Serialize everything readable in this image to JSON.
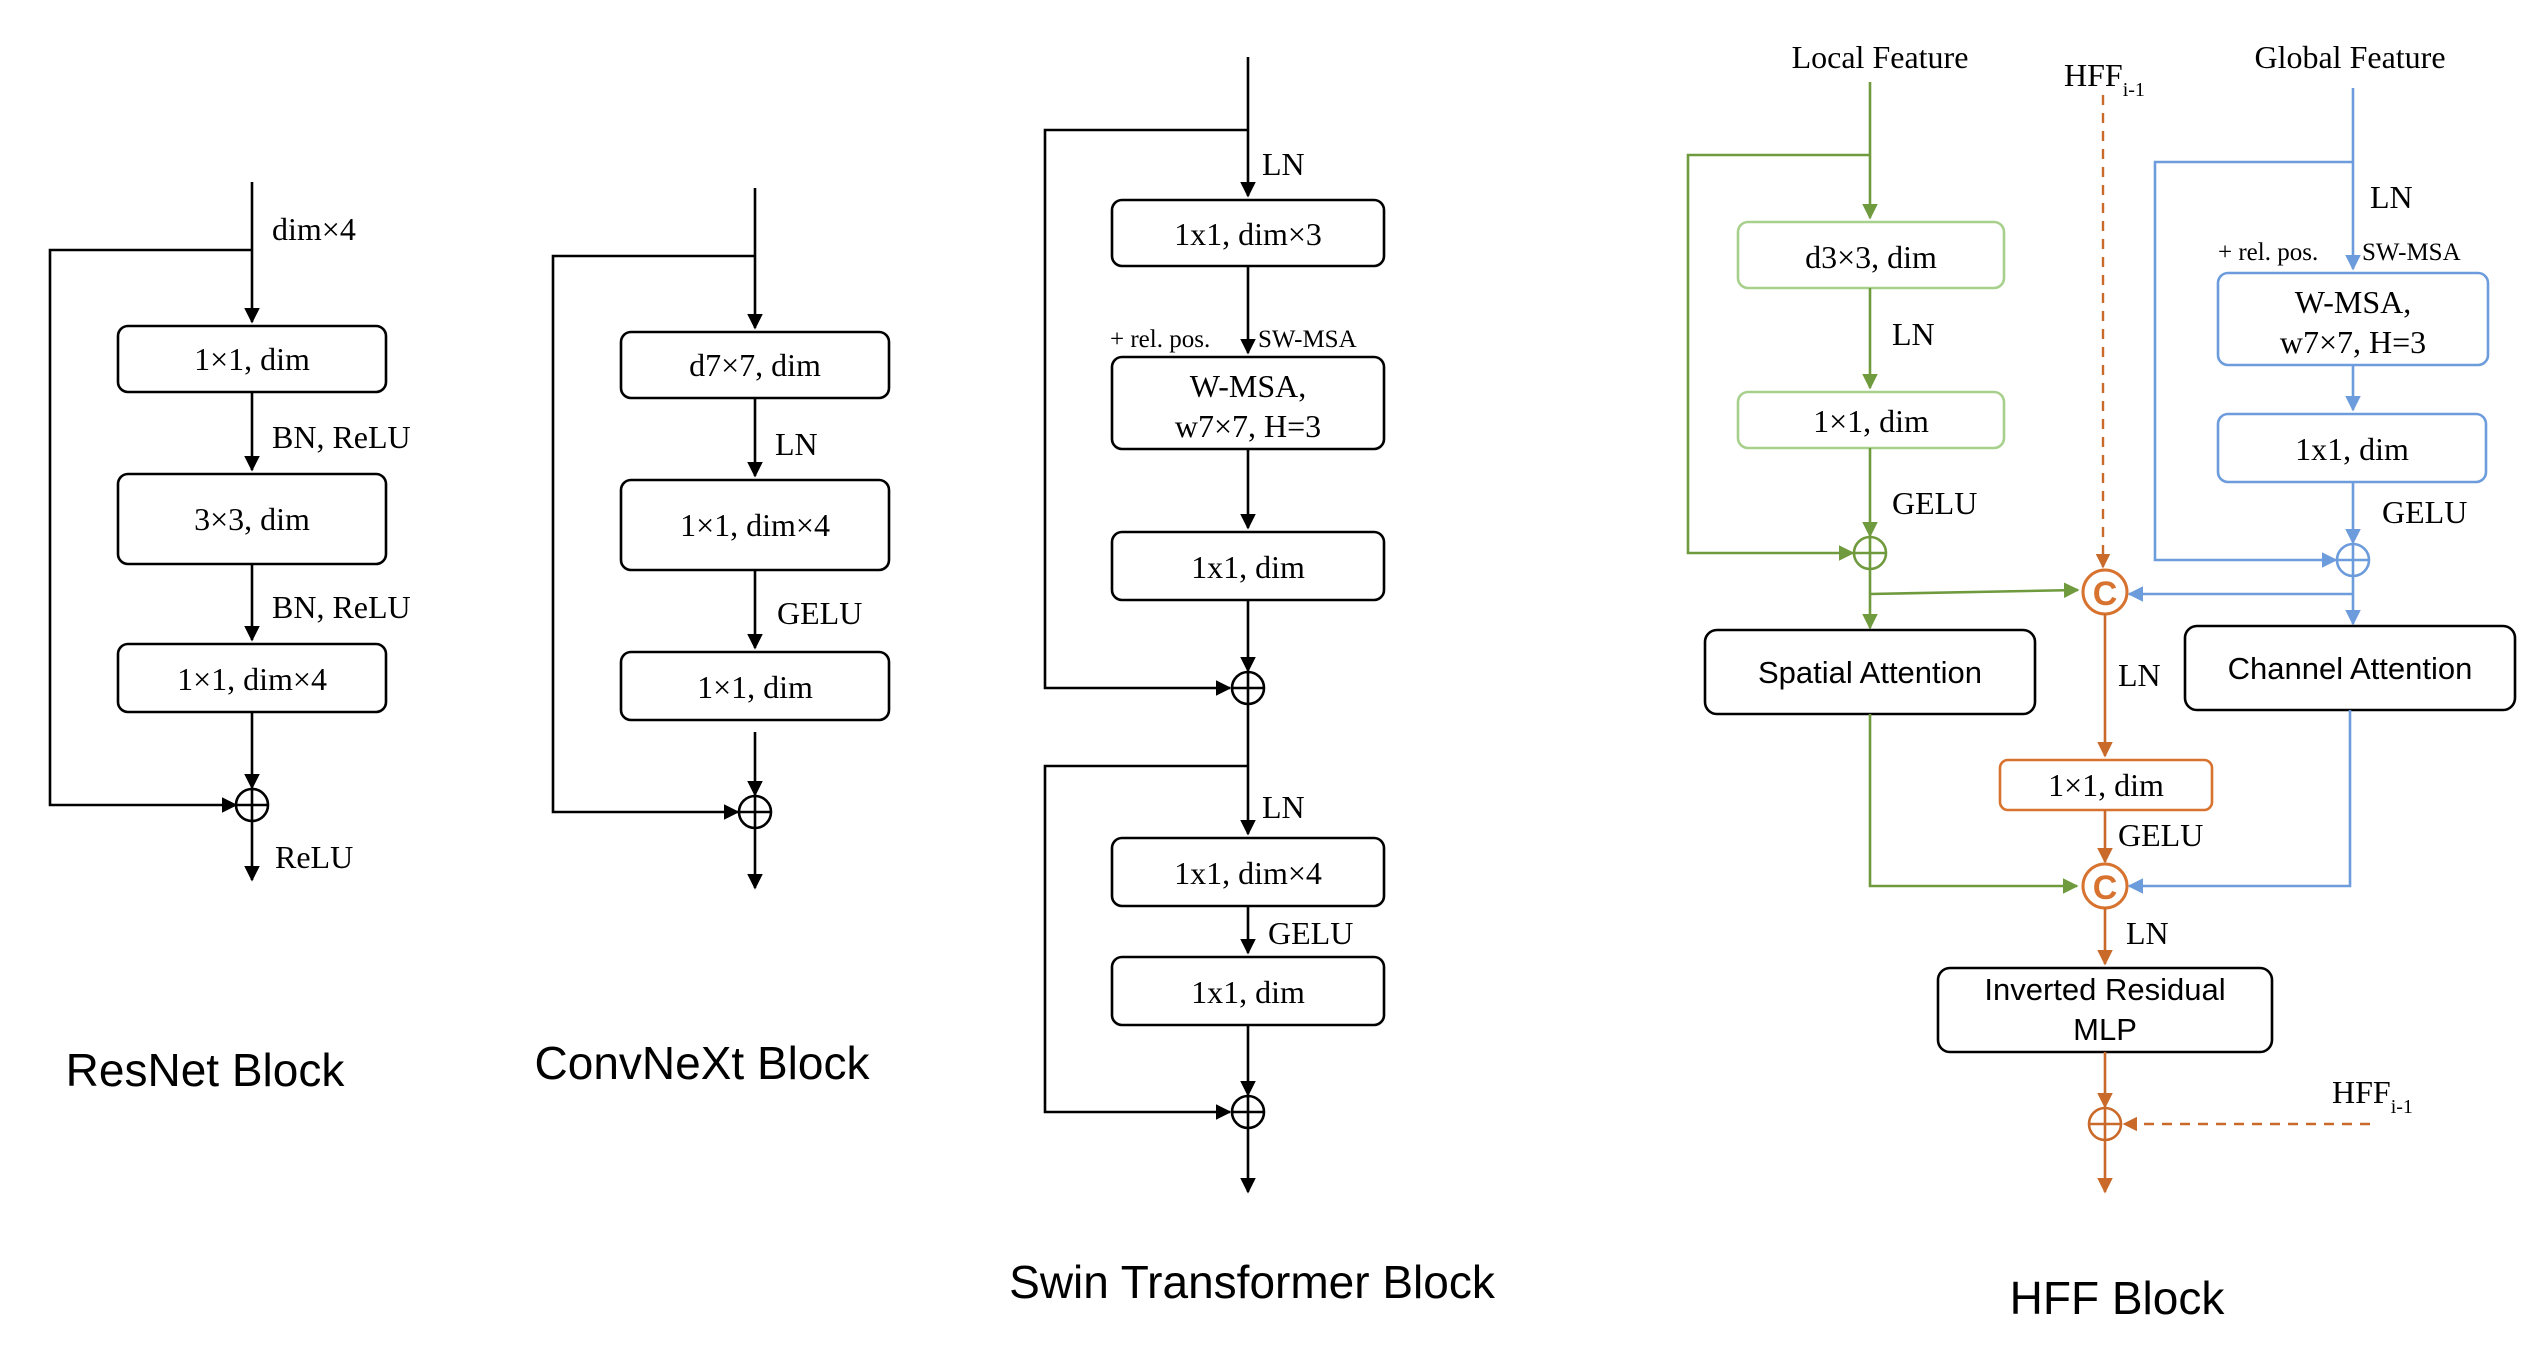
{
  "resnet": {
    "title": "ResNet Block",
    "in_label": "dim×4",
    "box1": "1×1, dim",
    "act1": "BN, ReLU",
    "box2": "3×3, dim",
    "act2": "BN, ReLU",
    "box3": "1×1, dim×4",
    "out_label": "ReLU"
  },
  "convnext": {
    "title": "ConvNeXt Block",
    "box1": "d7×7, dim",
    "act1": "LN",
    "box2": "1×1, dim×4",
    "act2": "GELU",
    "box3": "1×1, dim"
  },
  "swin": {
    "title": "Swin Transformer Block",
    "ln1": "LN",
    "box1": "1x1, dim×3",
    "relpos": "+ rel. pos.",
    "swmsa": "SW-MSA",
    "msa_line1": "W-MSA,",
    "msa_line2": "w7×7, H=3",
    "box3": "1x1, dim",
    "ln2": "LN",
    "box4": "1x1, dim×4",
    "gelu": "GELU",
    "box5": "1x1, dim"
  },
  "hff": {
    "title": "HFF Block",
    "local_label": "Local Feature",
    "global_label": "Global Feature",
    "hff_prev": "HFF",
    "hff_prev_sub": "i-1",
    "local_box1": "d3×3, dim",
    "local_ln": "LN",
    "local_box2": "1×1, dim",
    "local_gelu": "GELU",
    "global_ln": "LN",
    "global_relpos": "+ rel. pos.",
    "global_swmsa": "SW-MSA",
    "global_msa_line1": "W-MSA,",
    "global_msa_line2": "w7×7, H=3",
    "global_box2": "1x1, dim",
    "global_gelu": "GELU",
    "concat_symbol": "C",
    "spatial_attention": "Spatial Attention",
    "channel_attention": "Channel Attention",
    "mid_ln": "LN",
    "mid_box": "1×1, dim",
    "mid_gelu": "GELU",
    "ln_after_concat": "LN",
    "irmlp_line1": "Inverted Residual",
    "irmlp_line2": "MLP",
    "colors": {
      "local_green": "#6f9a3d",
      "local_box_green": "#a8d08d",
      "global_blue": "#6d9cdc",
      "fusion_orange": "#d7732f"
    }
  }
}
